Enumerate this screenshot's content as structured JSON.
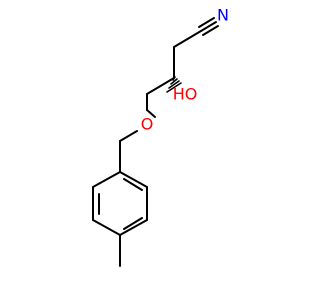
{
  "molecule": {
    "atoms": [
      {
        "id": "N1",
        "symbol": "N",
        "color": "#0000ff"
      },
      {
        "id": "O1",
        "symbol": "HO",
        "color": "#ff0000"
      },
      {
        "id": "O2",
        "symbol": "O",
        "color": "#ff0000"
      }
    ],
    "bond_color": "#000000"
  }
}
